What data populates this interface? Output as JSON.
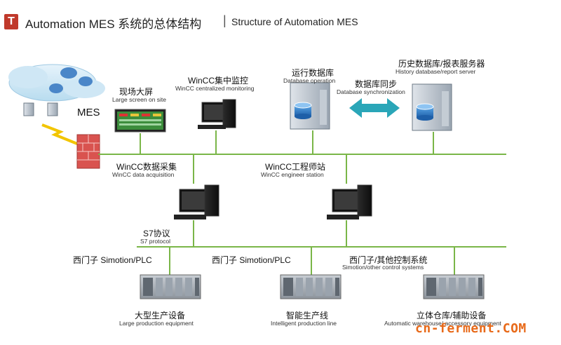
{
  "header": {
    "logo_letter": "T",
    "title_cn": "Automation MES 系统的总体结构",
    "separator": "|",
    "title_en": "Structure of Automation MES"
  },
  "mes": {
    "label": "MES"
  },
  "nodes": {
    "big_screen": {
      "cn": "现场大屏",
      "en": "Large screen on site"
    },
    "wincc_monitor": {
      "cn": "WinCC集中监控",
      "en": "WinCC centralized monitoring"
    },
    "db_operation": {
      "cn": "运行数据库",
      "en": "Database operation"
    },
    "db_sync": {
      "cn": "数据库同步",
      "en": "Database synchronization"
    },
    "history_db": {
      "cn": "历史数据库/报表服务器",
      "en": "History database/report server"
    },
    "wincc_acq": {
      "cn": "WinCC数据采集",
      "en": "WinCC data acquisition"
    },
    "wincc_eng": {
      "cn": "WinCC工程师站",
      "en": "WinCC engineer station"
    },
    "s7": {
      "cn": "S7协议",
      "en": "S7 protocol"
    },
    "plc_1": {
      "cn": "西门子 Simotion/PLC"
    },
    "plc_2": {
      "cn": "西门子 Simotion/PLC"
    },
    "plc_3": {
      "cn": "西门子/其他控制系统",
      "en": "Simotion/other control systems"
    },
    "equip_1": {
      "cn": "大型生产设备",
      "en": "Large production equipment"
    },
    "equip_2": {
      "cn": "智能生产线",
      "en": "Intelligent production line"
    },
    "equip_3": {
      "cn": "立体仓库/辅助设备",
      "en": "Automatic warehouse/ accessory equipment"
    }
  },
  "watermark": {
    "part1": "cn",
    "dash": "-",
    "part2": "ferment",
    "suffix": ".COM"
  },
  "colors": {
    "bus_line": "#7ab648",
    "brand_red": "#c0392b",
    "arrow": "#2aa6b8",
    "firewall": "#d9534f"
  }
}
